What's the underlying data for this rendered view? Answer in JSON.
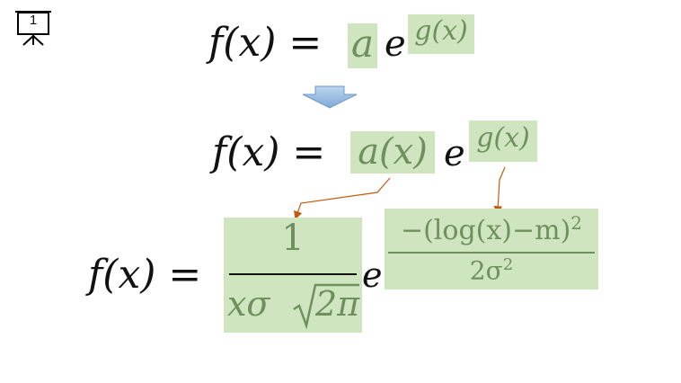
{
  "slide": {
    "number": "1"
  },
  "eq1": {
    "lhs": "f(x) =",
    "a": "a",
    "e": "e",
    "exp": "g(x)"
  },
  "eq2": {
    "lhs": "f(x) =",
    "a": "a(x)",
    "e": "e",
    "exp": "g(x)"
  },
  "eq3": {
    "lhs": "f(x) =",
    "num": "1",
    "den_prefix": "xσ",
    "sqrt_content": "2π",
    "e": "e",
    "exp_num": "−(log(x)−m)",
    "exp_num_pow": "2",
    "exp_den": "2σ",
    "exp_den_pow": "2"
  },
  "colors": {
    "highlight": "#cfe5bf",
    "highlight_text": "#6f8f5e",
    "arrow_blue": "#9dc3e6",
    "connector": "#c55a11"
  }
}
